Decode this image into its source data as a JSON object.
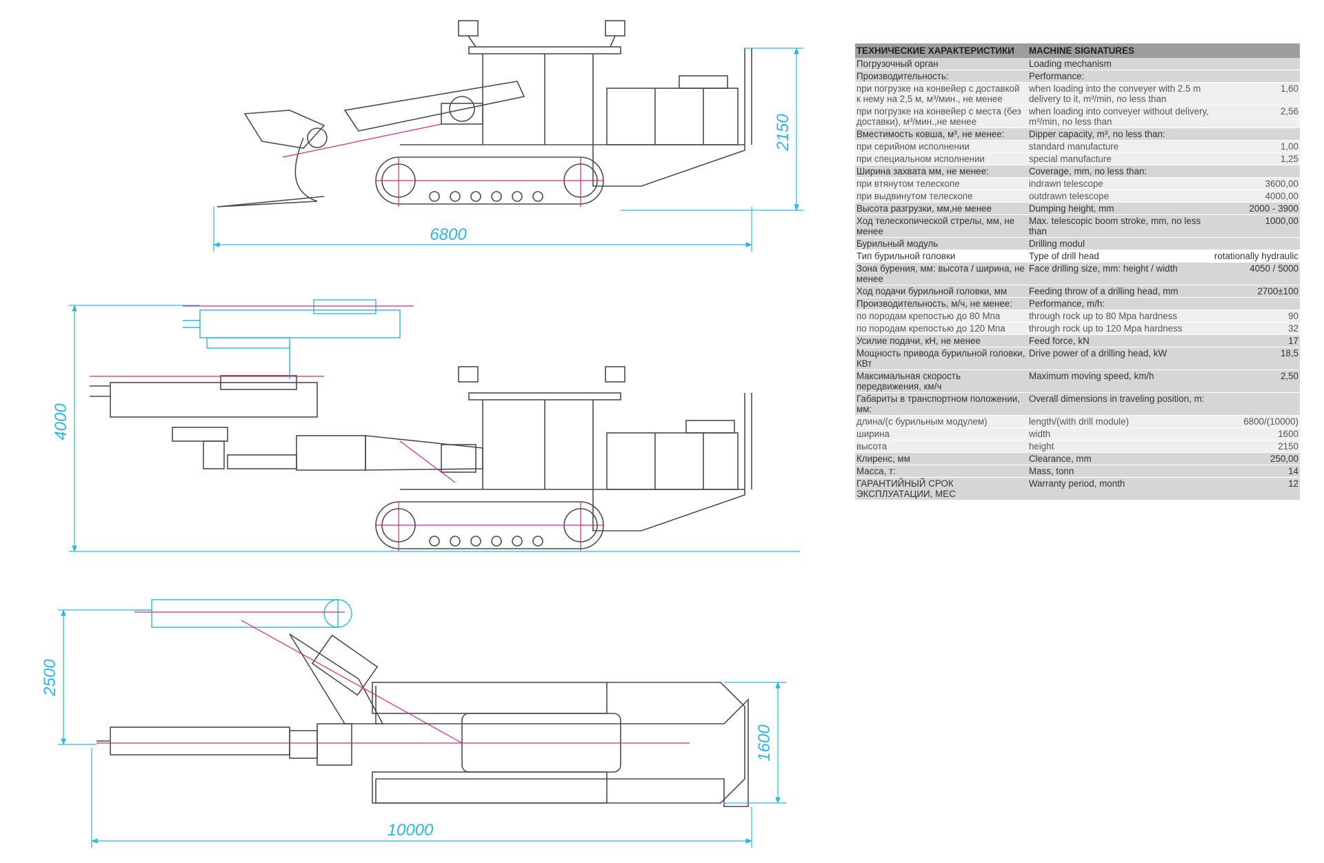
{
  "colors": {
    "line": "#4a4a4a",
    "dim": "#29b6e8",
    "axis": "#e0237d",
    "header": "#9d9d9d",
    "row_section": "#d6d6d6",
    "row_sub": "#efefef"
  },
  "dimensions": {
    "top_length": "6800",
    "top_height": "2150",
    "middle_height": "4000",
    "bottom_width": "2500",
    "bottom_track": "1600",
    "bottom_length": "10000"
  },
  "table": {
    "header": {
      "ru": "ТЕХНИЧЕСКИЕ ХАРАКТЕРИСТИКИ",
      "en": "MACHINE SIGNATURES"
    },
    "rows": [
      {
        "type": "sec",
        "ru": "Погрузочный орган",
        "en": "Loading mechanism",
        "val": ""
      },
      {
        "type": "sec",
        "ru": "Производительность:",
        "en": "Performance:",
        "val": ""
      },
      {
        "type": "sub",
        "ru": "при погрузке на конвейер с доставкой к нему на 2,5 м, м³/мин., не менее",
        "en": "when loading into the conveyer with 2.5 m delivery to it, m³/min, no less than",
        "val": "1,60"
      },
      {
        "type": "sub",
        "ru": "при погрузке на конвейер с места (без доставки), м³/мин.,не менее",
        "en": "when loading into conveyer without delivery, m³/min, no less than",
        "val": "2,56"
      },
      {
        "type": "sec",
        "ru": "Вместимость ковша, м³, не менее:",
        "en": "Dipper capacity, m³, no less than:",
        "val": ""
      },
      {
        "type": "sub",
        "ru": "при серийном исполнении",
        "en": "standard manufacture",
        "val": "1,00"
      },
      {
        "type": "sub",
        "ru": "при специальном исполнении",
        "en": "special manufacture",
        "val": "1,25"
      },
      {
        "type": "sec",
        "ru": "Ширина захвата мм, не менее:",
        "en": "Coverage, mm, no less than:",
        "val": ""
      },
      {
        "type": "sub",
        "ru": "при втянутом телескопе",
        "en": "indrawn telescope",
        "val": "3600,00"
      },
      {
        "type": "sub",
        "ru": "при выдвинутом телескопе",
        "en": "outdrawn telescope",
        "val": "4000,00"
      },
      {
        "type": "sec",
        "ru": "Высота разгрузки, мм,не менее",
        "en": "Dumping height, mm",
        "val": "2000 - 3900"
      },
      {
        "type": "sub2",
        "ru": "Ход телескопической стрелы, мм, не менее",
        "en": "Max. telescopic boom stroke, mm, no less than",
        "val": "1000,00"
      },
      {
        "type": "sec",
        "ru": "Бурильный модуль",
        "en": "Drilling modul",
        "val": ""
      },
      {
        "type": "plain",
        "ru": "Тип бурильной головки",
        "en": "Type of drill head",
        "val": "rotationally hydraulic"
      },
      {
        "type": "sub2",
        "ru": "Зона бурения, мм: высота / ширина, не менее",
        "en": "Face drilling size, mm: height / width",
        "val": "4050 / 5000"
      },
      {
        "type": "sec",
        "ru": "Ход подачи бурильной головки, мм",
        "en": "Feeding throw of a drilling head, mm",
        "val": "2700±100"
      },
      {
        "type": "sec",
        "ru": "Производительность, м/ч, не менее:",
        "en": "Performance, m/h:",
        "val": ""
      },
      {
        "type": "sub",
        "ru": "по породам крепостью до 80 Мпа",
        "en": "through rock up to 80 Mpa hardness",
        "val": "90"
      },
      {
        "type": "sub",
        "ru": "по породам крепостью до 120 Мпа",
        "en": "through rock up to 120 Mpa hardness",
        "val": "32"
      },
      {
        "type": "sec",
        "ru": "Усилие подачи, кН, не менее",
        "en": "Feed force, kN",
        "val": "17"
      },
      {
        "type": "sub2",
        "ru": "Мощность привода бурильной головки, КВт",
        "en": "Drive power of a drilling head, kW",
        "val": "18,5"
      },
      {
        "type": "sub2",
        "ru": "Максимальная скорость передвижения, км/ч",
        "en": "Maximum moving speed, km/h",
        "val": "2,50"
      },
      {
        "type": "sec",
        "ru": "Габариты в транспортном положении, мм:",
        "en": "Overall dimensions in traveling position, m:",
        "val": ""
      },
      {
        "type": "sub",
        "ru": "длина/(с бурильным модулем)",
        "en": "length/(with drill module)",
        "val": "6800/(10000)"
      },
      {
        "type": "sub",
        "ru": "ширина",
        "en": "width",
        "val": "1600"
      },
      {
        "type": "sub",
        "ru": "высота",
        "en": "height",
        "val": "2150"
      },
      {
        "type": "sec",
        "ru": "Клиренс, мм",
        "en": "Clearance, mm",
        "val": "250,00"
      },
      {
        "type": "sub2",
        "ru": "Масса, т:",
        "en": "Mass, tonn",
        "val": "14"
      },
      {
        "type": "sec",
        "ru": "ГАРАНТИЙНЫЙ СРОК ЭКСПЛУАТАЦИИ, МЕС",
        "en": "Warranty period, month",
        "val": "12"
      }
    ]
  }
}
